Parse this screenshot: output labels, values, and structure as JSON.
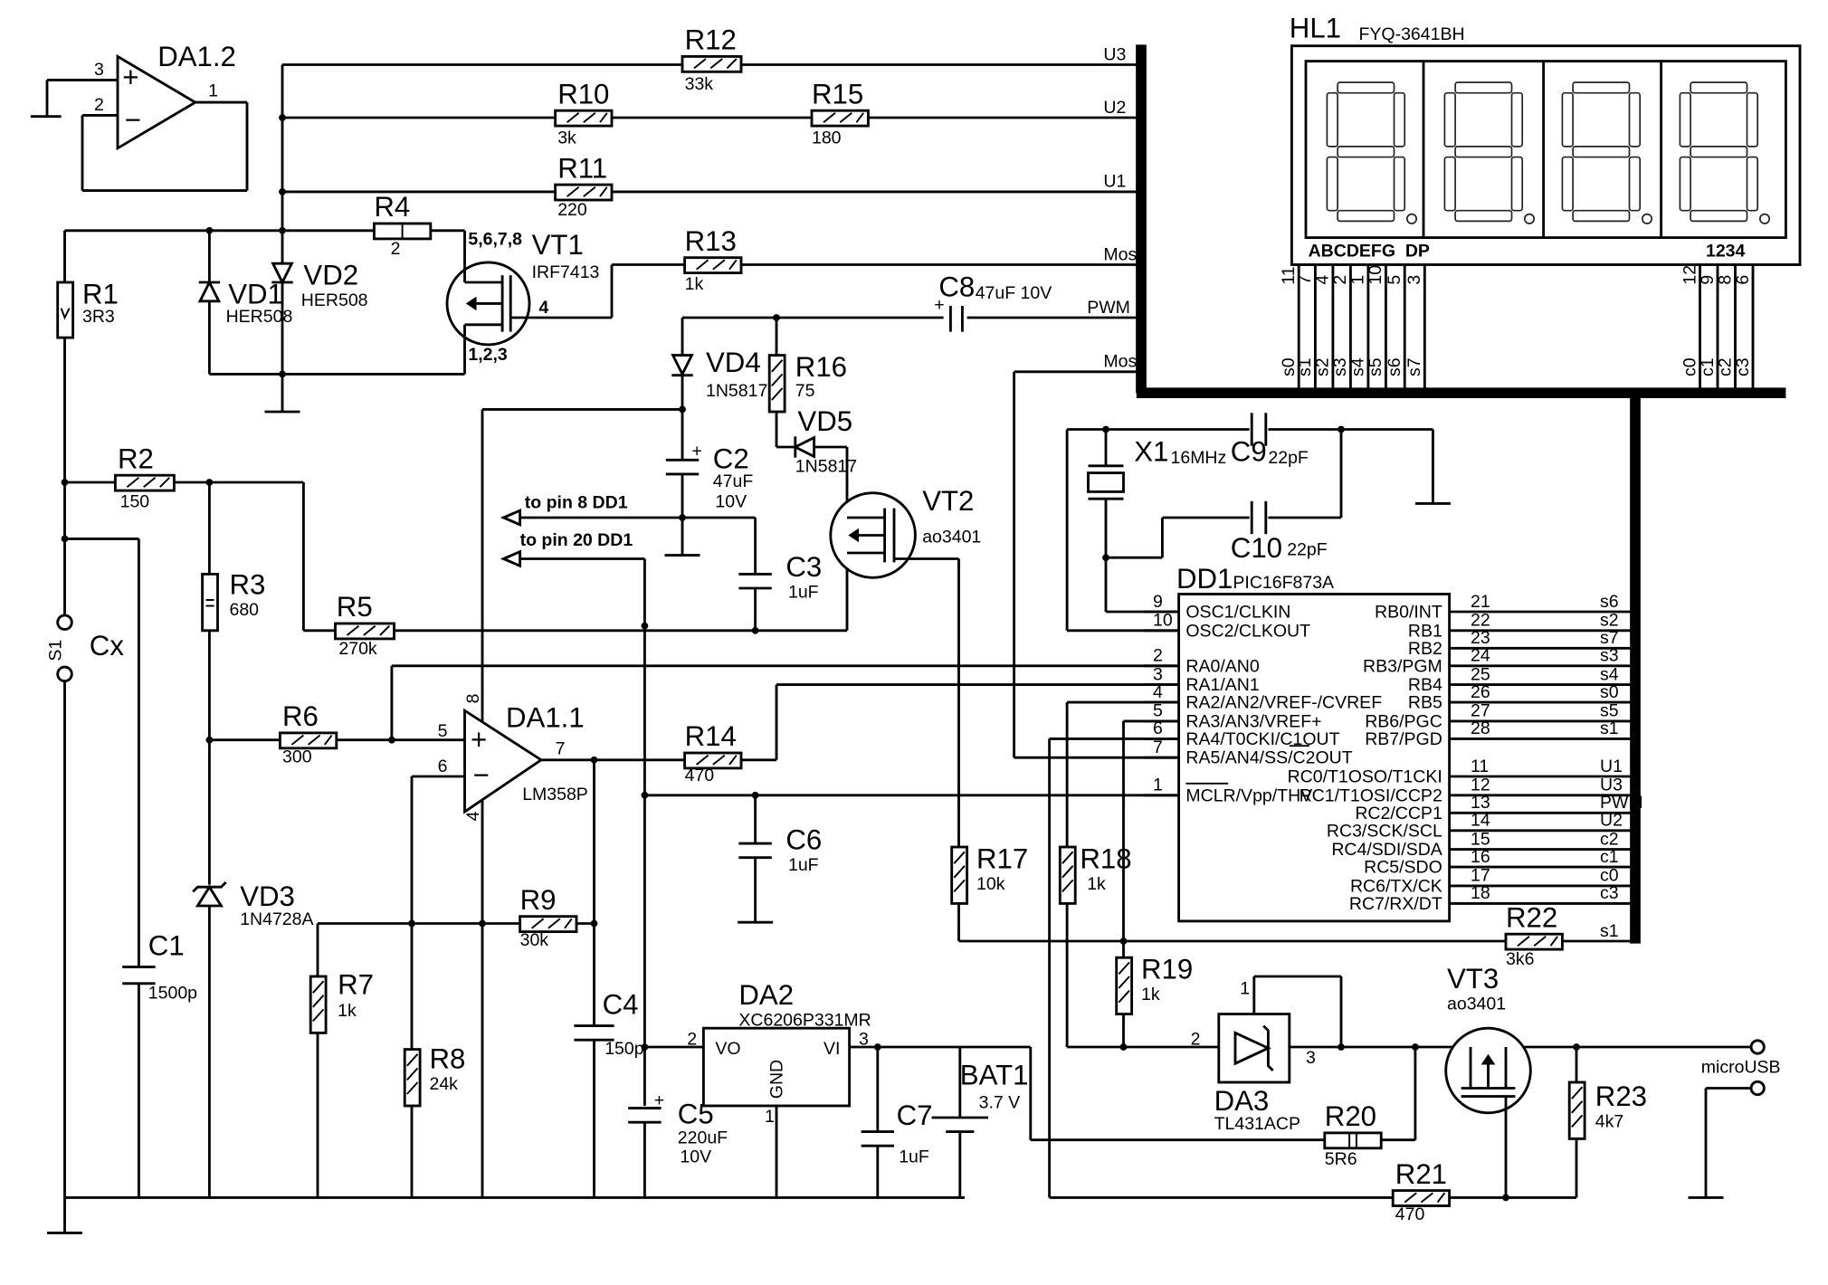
{
  "components": {
    "DA12": {
      "ref": "DA1.2",
      "pins": [
        "3",
        "2",
        "1"
      ]
    },
    "DA11": {
      "ref": "DA1.1",
      "part": "LM358P",
      "pins": [
        "5",
        "6",
        "7",
        "8",
        "4"
      ]
    },
    "DA2": {
      "ref": "DA2",
      "part": "XC6206P331MR",
      "pins": [
        "2",
        "3",
        "1"
      ],
      "vo": "VO",
      "vi": "VI",
      "gnd": "GND"
    },
    "DA3": {
      "ref": "DA3",
      "part": "TL431ACP",
      "pins": [
        "1",
        "2",
        "3"
      ]
    },
    "DD1": {
      "ref": "DD1",
      "part": "PIC16F873A"
    },
    "HL1": {
      "ref": "HL1",
      "part": "FYQ-3641BH",
      "segments_label": "ABCDEFG  DP",
      "digits_label": "1234"
    },
    "X1": {
      "ref": "X1",
      "value": "16MHz"
    },
    "VT1": {
      "ref": "VT1",
      "part": "IRF7413",
      "pin_labels": [
        "5,6,7,8",
        "4",
        "1,2,3"
      ]
    },
    "VT2": {
      "ref": "VT2",
      "part": "ao3401"
    },
    "VT3": {
      "ref": "VT3",
      "part": "ao3401"
    },
    "VD1": {
      "ref": "VD1",
      "part": "HER508"
    },
    "VD2": {
      "ref": "VD2",
      "part": "HER508"
    },
    "VD3": {
      "ref": "VD3",
      "part": "1N4728A"
    },
    "VD4": {
      "ref": "VD4",
      "part": "1N5817"
    },
    "VD5": {
      "ref": "VD5",
      "part": "1N5817"
    },
    "BAT1": {
      "ref": "BAT1",
      "value": "3.7  V"
    },
    "S1": {
      "ref": "S1"
    },
    "Cx": {
      "ref": "Cx"
    },
    "R1": {
      "ref": "R1",
      "value": "3R3"
    },
    "R2": {
      "ref": "R2",
      "value": "150"
    },
    "R3": {
      "ref": "R3",
      "value": "680"
    },
    "R4": {
      "ref": "R4",
      "value": "2"
    },
    "R5": {
      "ref": "R5",
      "value": "270k"
    },
    "R6": {
      "ref": "R6",
      "value": "300"
    },
    "R7": {
      "ref": "R7",
      "value": "1k"
    },
    "R8": {
      "ref": "R8",
      "value": "24k"
    },
    "R9": {
      "ref": "R9",
      "value": "30k"
    },
    "R10": {
      "ref": "R10",
      "value": "3k"
    },
    "R11": {
      "ref": "R11",
      "value": "220"
    },
    "R12": {
      "ref": "R12",
      "value": "33k"
    },
    "R13": {
      "ref": "R13",
      "value": "1k"
    },
    "R14": {
      "ref": "R14",
      "value": "470"
    },
    "R15": {
      "ref": "R15",
      "value": "180"
    },
    "R16": {
      "ref": "R16",
      "value": "75"
    },
    "R17": {
      "ref": "R17",
      "value": "10k"
    },
    "R18": {
      "ref": "R18",
      "value": "1k"
    },
    "R19": {
      "ref": "R19",
      "value": "1k"
    },
    "R20": {
      "ref": "R20",
      "value": "5R6"
    },
    "R21": {
      "ref": "R21",
      "value": "470"
    },
    "R22": {
      "ref": "R22",
      "value": "3k6"
    },
    "R23": {
      "ref": "R23",
      "value": "4k7"
    },
    "C1": {
      "ref": "C1",
      "value": "1500p"
    },
    "C2": {
      "ref": "C2",
      "value": "47uF",
      "value2": "10V"
    },
    "C3": {
      "ref": "C3",
      "value": "1uF"
    },
    "C4": {
      "ref": "C4",
      "value": "150p"
    },
    "C5": {
      "ref": "C5",
      "value": "220uF",
      "value2": "10V"
    },
    "C6": {
      "ref": "C6",
      "value": "1uF"
    },
    "C7": {
      "ref": "C7",
      "value": "1uF"
    },
    "C8": {
      "ref": "C8",
      "value": "47uF 10V"
    },
    "C9": {
      "ref": "C9",
      "value": "22pF"
    },
    "C10": {
      "ref": "C10",
      "value": "22pF"
    }
  },
  "nets": {
    "bus_labels": [
      "U3",
      "U2",
      "U1",
      "Mos",
      "PWM",
      "Mos"
    ],
    "to_pin8": "to pin 8 DD1",
    "to_pin20": "to pin 20 DD1",
    "microusb": "microUSB",
    "hl1_pins": [
      "11",
      "7",
      "4",
      "2",
      "1",
      "10",
      "5",
      "3",
      "12",
      "9",
      "8",
      "6"
    ],
    "hl1_sig": [
      "s0",
      "s1",
      "s2",
      "s3",
      "s4",
      "s5",
      "s6",
      "s7",
      "c0",
      "c1",
      "c2",
      "c3"
    ]
  },
  "dd1": {
    "left": [
      {
        "pin": "9",
        "name": "OSC1/CLKIN"
      },
      {
        "pin": "10",
        "name": "OSC2/CLKOUT"
      },
      {
        "pin": "2",
        "name": "RA0/AN0"
      },
      {
        "pin": "3",
        "name": "RA1/AN1"
      },
      {
        "pin": "4",
        "name": "RA2/AN2/VREF-/CVREF"
      },
      {
        "pin": "5",
        "name": "RA3/AN3/VREF+"
      },
      {
        "pin": "6",
        "name": "RA4/T0CKI/C1OUT"
      },
      {
        "pin": "7",
        "name": "RA5/AN4/SS/C2OUT"
      },
      {
        "pin": "1",
        "name": "MCLR/Vpp/THV"
      }
    ],
    "right": [
      {
        "pin": "21",
        "name": "RB0/INT",
        "net": "s6"
      },
      {
        "pin": "22",
        "name": "RB1",
        "net": "s2"
      },
      {
        "pin": "23",
        "name": "RB2",
        "net": "s7"
      },
      {
        "pin": "24",
        "name": "RB3/PGM",
        "net": "s3"
      },
      {
        "pin": "25",
        "name": "RB4",
        "net": "s4"
      },
      {
        "pin": "26",
        "name": "RB5",
        "net": "s0"
      },
      {
        "pin": "27",
        "name": "RB6/PGC",
        "net": "s5"
      },
      {
        "pin": "28",
        "name": "RB7/PGD",
        "net": "s1"
      },
      {
        "pin": "11",
        "name": "RC0/T1OSO/T1CKI",
        "net": "U1"
      },
      {
        "pin": "12",
        "name": "RC1/T1OSI/CCP2",
        "net": "U3"
      },
      {
        "pin": "13",
        "name": "RC2/CCP1",
        "net": "PWM"
      },
      {
        "pin": "14",
        "name": "RC3/SCK/SCL",
        "net": "U2"
      },
      {
        "pin": "15",
        "name": "RC4/SDI/SDA",
        "net": "c2"
      },
      {
        "pin": "16",
        "name": "RC5/SDO",
        "net": "c1"
      },
      {
        "pin": "17",
        "name": "RC6/TX/CK",
        "net": "c0"
      },
      {
        "pin": "18",
        "name": "RC7/RX/DT",
        "net": "c3"
      }
    ],
    "r22_net": "s1"
  }
}
